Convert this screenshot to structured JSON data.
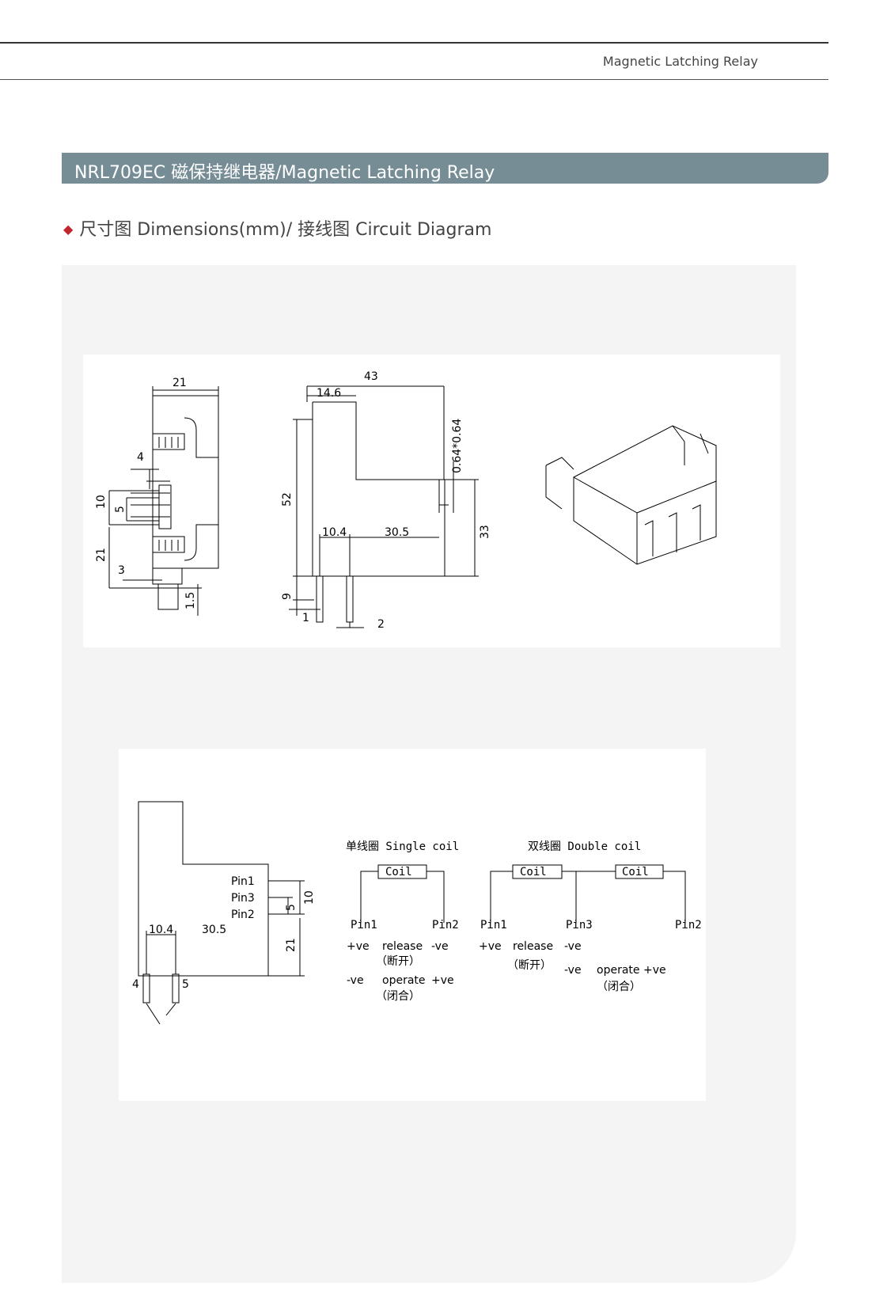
{
  "header": {
    "running_title": "Magnetic Latching Relay"
  },
  "title_bar": {
    "title": "NRL709EC 磁保持继电器/Magnetic Latching Relay"
  },
  "section": {
    "bullet": "◆",
    "heading": "尺寸图 Dimensions(mm)/ 接线图 Circuit Diagram"
  },
  "dimensions": {
    "side_view": {
      "width": "21",
      "pin_gap": "4",
      "height_top": "10",
      "pin_pitch": "5",
      "height_bottom": "21",
      "offset": "3",
      "pin_len": "1.5"
    },
    "front_view": {
      "overall": "43",
      "step": "14.6",
      "height": "52",
      "pin_size": "0.64*0.64",
      "lower_height": "33",
      "pin1_offset": "10.4",
      "pin_span": "30.5",
      "pin_len": "9",
      "pin_off": "1",
      "pin_width": "2"
    }
  },
  "circuit": {
    "pins": {
      "pin1": "Pin1",
      "pin3": "Pin3",
      "pin2": "Pin2"
    },
    "dims": {
      "d10": "10",
      "d5": "5",
      "d21": "21",
      "d104": "10.4",
      "d305": "30.5",
      "t4": "4",
      "t5": "5"
    },
    "single": {
      "title": "单线圈 Single coil",
      "coil": "Coil",
      "pin1": "Pin1",
      "pin2": "Pin2",
      "r1c1": "+ve",
      "r1c2": "release",
      "r1c3": "-ve",
      "r1sub": "（断开）",
      "r2c1": "-ve",
      "r2c2": "operate",
      "r2c3": "+ve",
      "r2sub": "（闭合）"
    },
    "double": {
      "title": "双线圈 Double coil",
      "coil1": "Coil",
      "coil2": "Coil",
      "pin1": "Pin1",
      "pin3": "Pin3",
      "pin2": "Pin2",
      "r1c1": "+ve",
      "r1c2": "release",
      "r1c3": "-ve",
      "r1sub": "（断开）",
      "r2c1": "-ve",
      "r2c2": "operate",
      "r2c3": "+ve",
      "r2sub": "（闭合）"
    }
  }
}
